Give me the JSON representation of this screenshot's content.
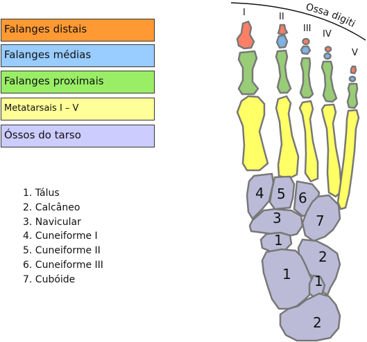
{
  "legend": [
    {
      "label": "Falanges distais",
      "color": "#ff9933"
    },
    {
      "label": "Falanges médias",
      "color": "#99ccff"
    },
    {
      "label": "Falanges proximais",
      "color": "#99ee66"
    },
    {
      "label": "Metatarsais I – V",
      "color": "#ffff99"
    },
    {
      "label": "Óssos do tarso",
      "color": "#ccccff"
    }
  ],
  "bone_list": [
    "1. Tálus",
    "2. Calcâneo",
    "3. Navicular",
    "4. Cuneiforme I",
    "5. Cuneiforme II",
    "6. Cuneiforme III",
    "7. Cubóide"
  ],
  "diagram": {
    "arc_label": "Ossa digiti",
    "toes": [
      "I",
      "II",
      "III",
      "IV",
      "V"
    ],
    "bones": {
      "talus": "1",
      "talus_neck": "1",
      "calcaneus_upper": "2",
      "calcaneus_lower": "2",
      "navicular": "3",
      "cuneiform_1": "4",
      "cuneiform_2": "5",
      "cuneiform_3": "6",
      "cuboid": "7",
      "navicular_small": "1"
    },
    "colors": {
      "distal": "#ff7f66",
      "middle": "#7fb2e5",
      "proximal": "#99cc77",
      "metatarsal": "#ffff66",
      "tarsal": "#bbbbd8",
      "outline": "#777777"
    }
  }
}
